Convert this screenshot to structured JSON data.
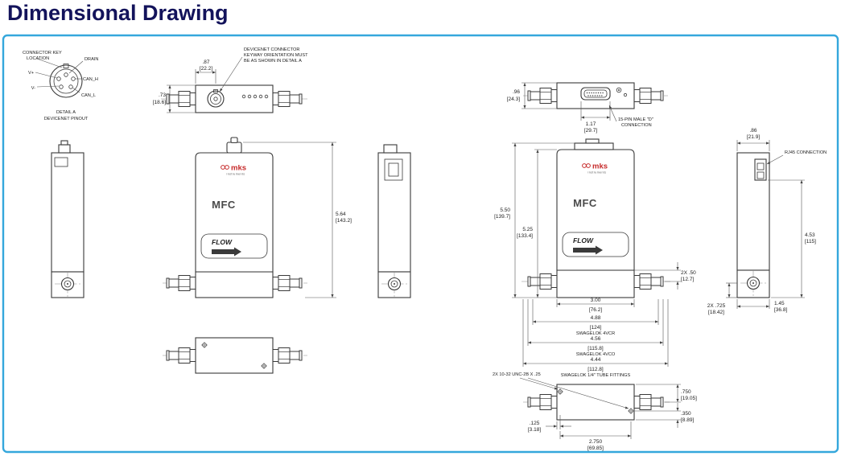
{
  "title": "Dimensional Drawing",
  "colors": {
    "frame_border": "#35a7dc",
    "title_text": "#13135b",
    "line": "#3a3a3a",
    "logo_red": "#c62a2a"
  },
  "detail_a": {
    "label_connector_key_1": "CONNECTOR KEY",
    "label_connector_key_2": "LOCATION",
    "pin_drain": "DRAIN",
    "pin_v_plus": "V+",
    "pin_can_h": "CAN_H",
    "pin_v_minus": "V-",
    "pin_can_l": "CAN_L",
    "caption_1": "DETAIL A",
    "caption_2": "DEVICENET PINOUT"
  },
  "top_devicenet": {
    "note_1": "DEVICENET CONNECTOR",
    "note_2": "KEYWAY ORIENTATION MUST",
    "note_3": "BE AS SHOWN IN DETAIL A",
    "dim_offset_in": ".87",
    "dim_offset_mm": "[22.2]",
    "dim_depth_in": ".73",
    "dim_depth_mm": "[18.6]"
  },
  "top_dsub": {
    "dim_depth_in": ".96",
    "dim_depth_mm": "[24.3]",
    "dim_conn_in": "1.17",
    "dim_conn_mm": "[29.7]",
    "note_1": "15-PIN MALE \"D\"",
    "note_2": "CONNECTION"
  },
  "front_left": {
    "logo": "mks",
    "logo_sub": "instruments",
    "model": "MFC",
    "flow": "FLOW",
    "dim_height_in": "5.64",
    "dim_height_mm": "[143.2]"
  },
  "front_right": {
    "logo": "mks",
    "logo_sub": "instruments",
    "model": "MFC",
    "flow": "FLOW",
    "dim_h1_in": "5.50",
    "dim_h1_mm": "[139.7]",
    "dim_h2_in": "5.25",
    "dim_h2_mm": "[133.4]",
    "dim_drop_in": "2X .50",
    "dim_drop_mm": "[12.7]",
    "dim_w1_in": "3.00",
    "dim_w1_mm": "[76.2]",
    "dim_w2_in": "4.88",
    "dim_w2_mm": "[124]",
    "dim_w2_label": "SWAGELOK 4VCR",
    "dim_w3_in": "4.56",
    "dim_w3_mm": "[115.8]",
    "dim_w3_label": "SWAGELOK 4VCO",
    "dim_w4_in": "4.44",
    "dim_w4_mm": "[112.8]",
    "dim_w4_label": "SWAGELOK 1/4\" TUBE FITTINGS"
  },
  "side_right": {
    "dim_depth_in": ".86",
    "dim_depth_mm": "[21.9]",
    "note_connector": "RJ45 CONNECTION",
    "dim_height_in": "4.53",
    "dim_height_mm": "[115]",
    "dim_port_in": "2X .725",
    "dim_port_mm": "[18.42]",
    "dim_base_in": "1.45",
    "dim_base_mm": "[36.8]"
  },
  "bottom_right": {
    "note_holes": "2X 10-32 UNC-2B X .25",
    "dim_a_in": ".750",
    "dim_a_mm": "[19.05]",
    "dim_b_in": ".125",
    "dim_b_mm": "[3.18]",
    "dim_c_in": "2.750",
    "dim_c_mm": "[69.85]",
    "dim_d_in": ".350",
    "dim_d_mm": "[8.89]"
  }
}
